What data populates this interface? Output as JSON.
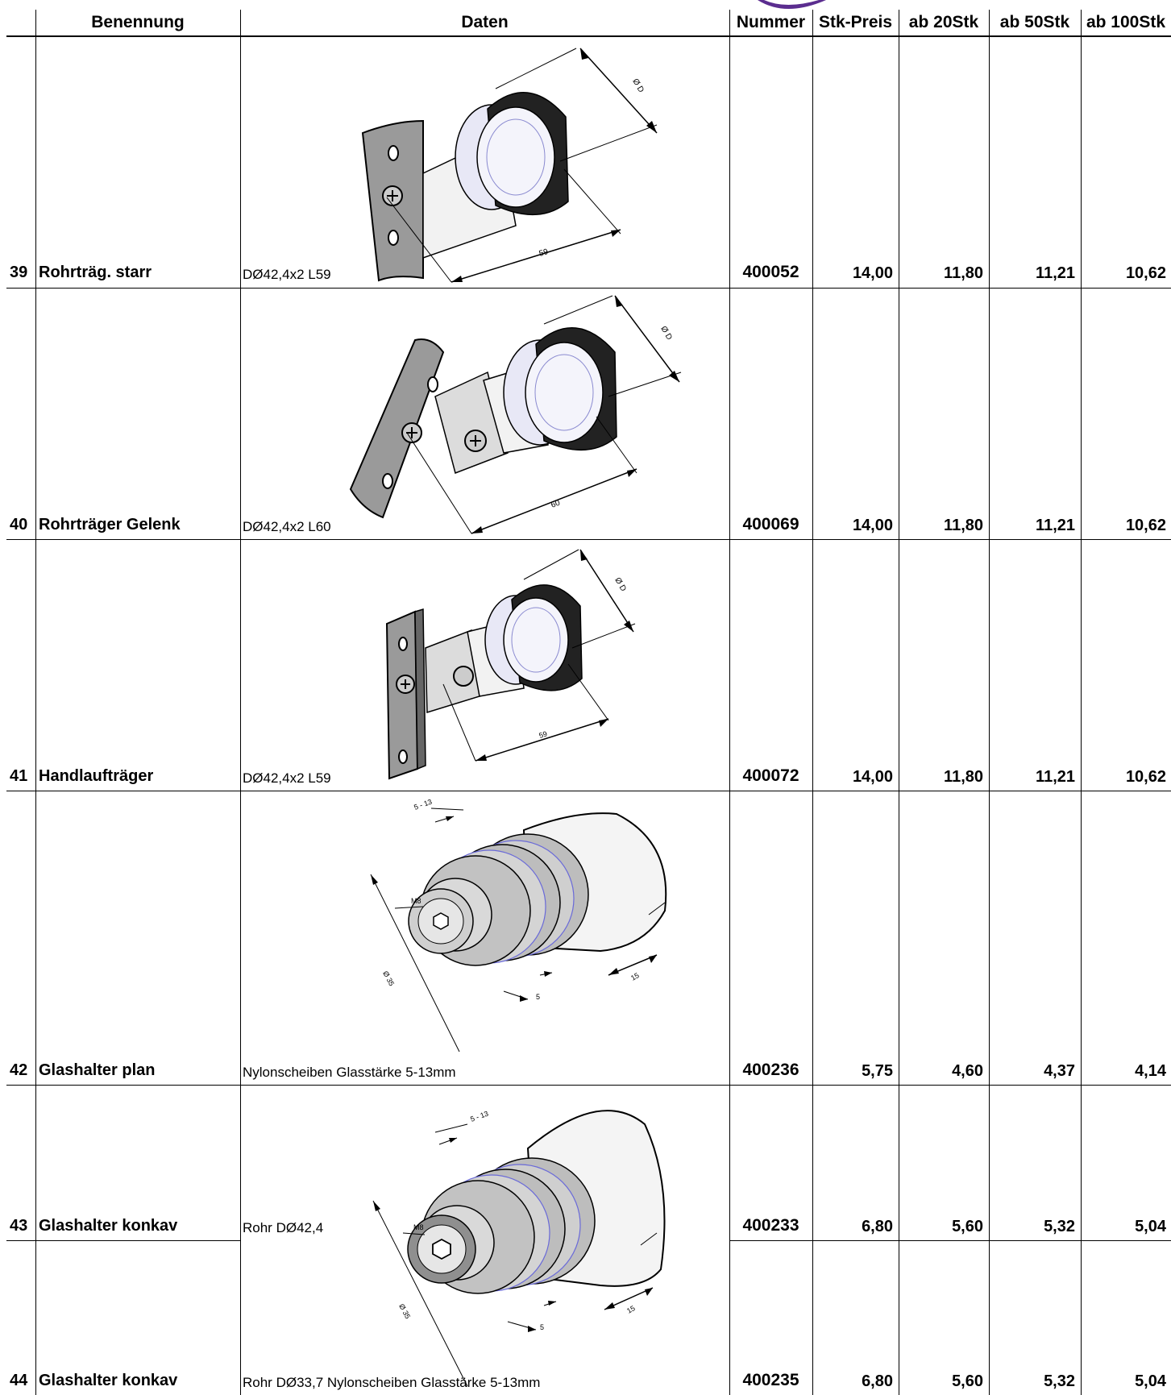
{
  "header": {
    "benennung": "Benennung",
    "daten": "Daten",
    "nummer": "Nummer",
    "stk_preis": "Stk-Preis",
    "ab20": "ab 20Stk",
    "ab50": "ab 50Stk",
    "ab100": "ab 100Stk"
  },
  "rows": [
    {
      "pos": "39",
      "name": "Rohrträg. starr",
      "data": "DØ42,4x2 L59",
      "nummer": "400052",
      "stk": "14,00",
      "ab20": "11,80",
      "ab50": "11,21",
      "ab100": "10,62",
      "dims": [
        "Ø D",
        "59"
      ]
    },
    {
      "pos": "40",
      "name": "Rohrträger Gelenk",
      "data": "DØ42,4x2 L60",
      "nummer": "400069",
      "stk": "14,00",
      "ab20": "11,80",
      "ab50": "11,21",
      "ab100": "10,62",
      "dims": [
        "Ø D",
        "60"
      ]
    },
    {
      "pos": "41",
      "name": "Handlaufträger",
      "data": "DØ42,4x2 L59",
      "nummer": "400072",
      "stk": "14,00",
      "ab20": "11,80",
      "ab50": "11,21",
      "ab100": "10,62",
      "dims": [
        "Ø D",
        "59"
      ]
    },
    {
      "pos": "42",
      "name": "Glashalter plan",
      "data": "Nylonscheiben Glasstärke 5-13mm",
      "nummer": "400236",
      "stk": "5,75",
      "ab20": "4,60",
      "ab50": "4,37",
      "ab100": "4,14",
      "dims": [
        "5 - 13",
        "M8",
        "Ø 35",
        "5",
        "15"
      ]
    },
    {
      "pos": "43",
      "name": "Glashalter konkav",
      "data": "Rohr DØ42,4",
      "nummer": "400233",
      "stk": "6,80",
      "ab20": "5,60",
      "ab50": "5,32",
      "ab100": "5,04",
      "dims": [
        "5 - 13",
        "M8",
        "Ø 35",
        "5",
        "15"
      ]
    },
    {
      "pos": "44",
      "name": "Glashalter konkav",
      "data": "Rohr DØ33,7  Nylonscheiben  Glasstärke 5-13mm",
      "nummer": "400235",
      "stk": "6,80",
      "ab20": "5,60",
      "ab50": "5,32",
      "ab100": "5,04"
    }
  ],
  "colors": {
    "accent_logo": "#5b2d8f",
    "grid": "#000000"
  }
}
